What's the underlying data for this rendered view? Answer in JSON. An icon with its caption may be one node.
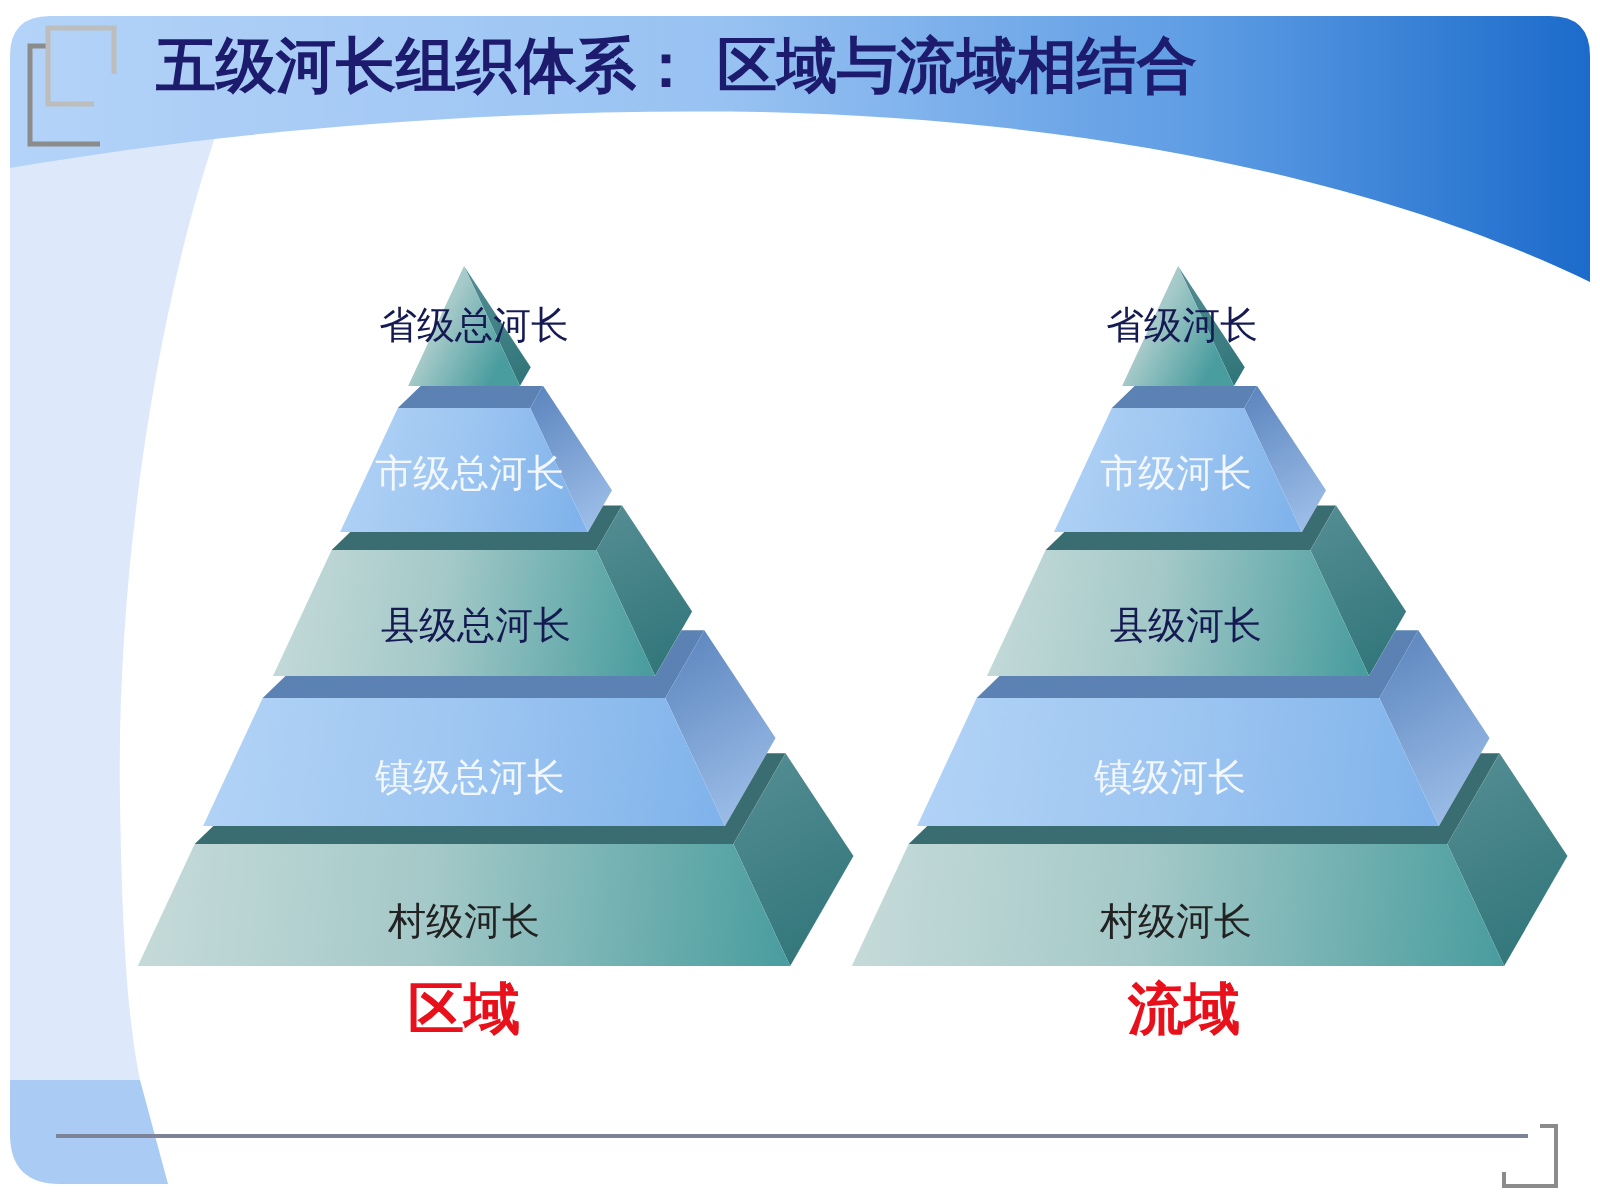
{
  "diagram": {
    "title": "五级河长组织体系： 区域与流域相结合",
    "nodes": [
      {
        "text": [
          "省级总河长"
        ]
      },
      {
        "text": [
          "市级总河长"
        ]
      },
      {
        "text": [
          "县级总河长"
        ]
      },
      {
        "text": [
          "镇级总河长"
        ]
      },
      {
        "text": [
          "村级河长"
        ]
      },
      {
        "text": [
          "省级河长"
        ]
      },
      {
        "text": [
          "市级河长"
        ]
      },
      {
        "text": [
          "县级河长"
        ]
      },
      {
        "text": [
          "镇级河长"
        ]
      },
      {
        "text": [
          "村级河长"
        ]
      }
    ],
    "labels": [
      "区域",
      "流域"
    ]
  }
}
